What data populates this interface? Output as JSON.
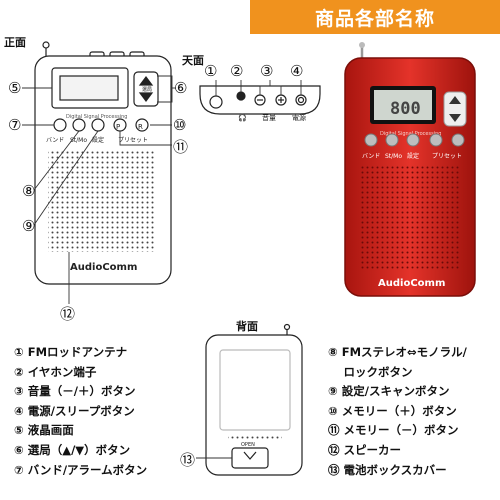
{
  "header": {
    "title": "商品各部名称"
  },
  "views": {
    "front": "正面",
    "top": "天面",
    "back": "背面"
  },
  "device": {
    "dsp_text": "Digital Signal Processing",
    "brand": "AudioComm",
    "lcd_reading": "800",
    "tune_label": "選局",
    "preset_label": "プリセット",
    "open_label": "OPEN",
    "buttons": [
      "バンド",
      "St/Mo",
      "設定"
    ],
    "top_labels": {
      "volume": "音量",
      "power": "電源"
    },
    "colors": {
      "body_red": "#d8231e",
      "lcd_bg": "#cfd6cf",
      "banner": "#f0921e"
    }
  },
  "callouts": [
    "①",
    "②",
    "③",
    "④",
    "⑤",
    "⑥",
    "⑦",
    "⑧",
    "⑨",
    "⑩",
    "⑪",
    "⑫",
    "⑬"
  ],
  "legend_left": [
    "① FMロッドアンテナ",
    "② イヤホン端子",
    "③ 音量（－/＋）ボタン",
    "④ 電源/スリープボタン",
    "⑤ 液晶画面",
    "⑥ 選局（▲/▼）ボタン",
    "⑦ バンド/アラームボタン"
  ],
  "legend_right": [
    "⑧ FMステレオ⇔モノラル/",
    "　 ロックボタン",
    "⑨ 設定/スキャンボタン",
    "⑩ メモリー（＋）ボタン",
    "⑪ メモリー（－）ボタン",
    "⑫ スピーカー",
    "⑬ 電池ボックスカバー"
  ]
}
